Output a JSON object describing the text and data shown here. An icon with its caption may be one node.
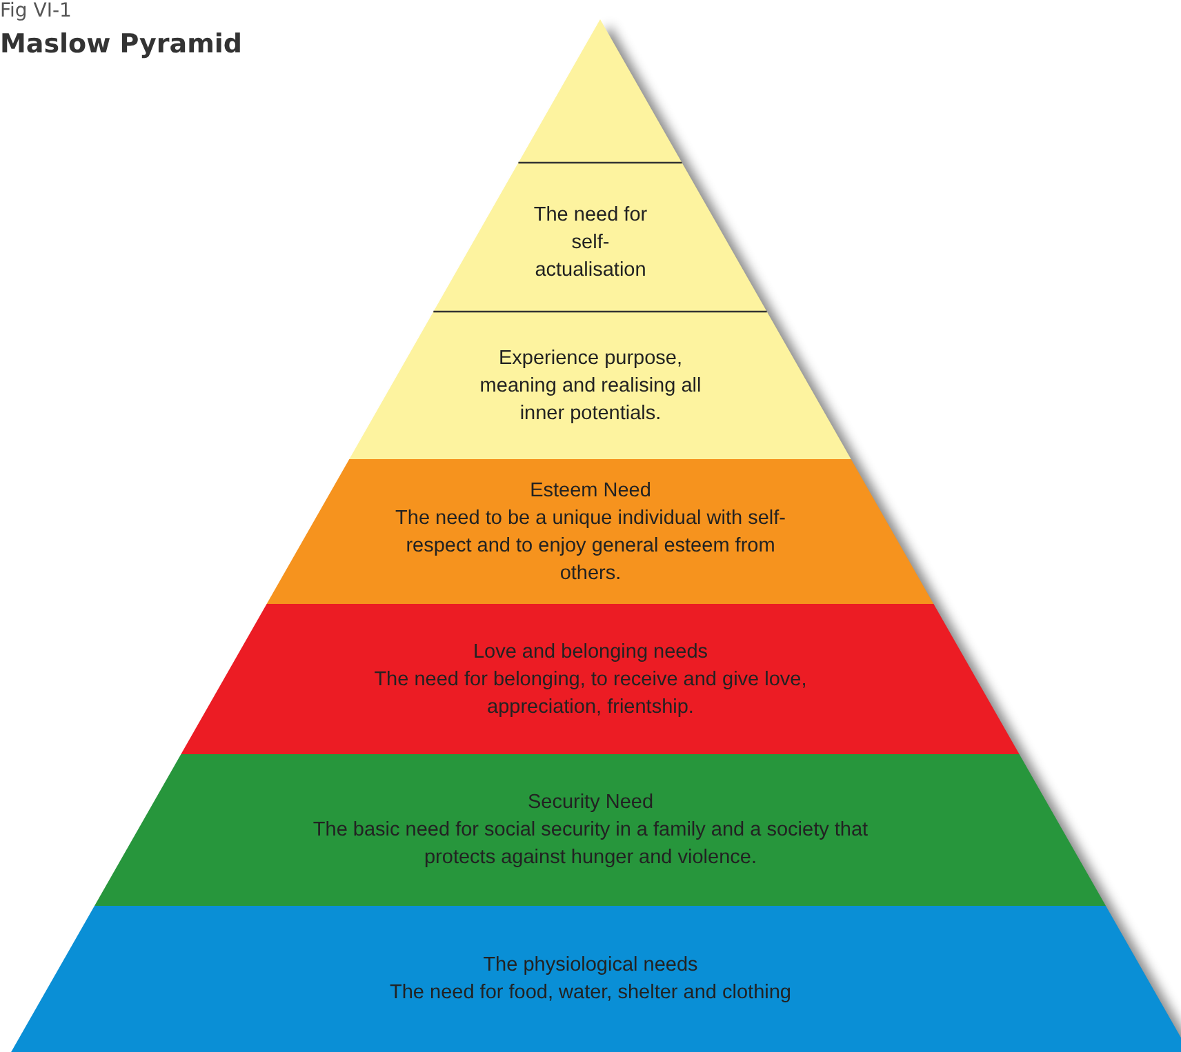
{
  "diagram": {
    "title": "Maslow Pyramid",
    "nodes": [
      {
        "text": [],
        "shape": "triangle"
      },
      {
        "text": [
          "The need for self- actualisation"
        ]
      },
      {
        "text": [
          "Experience purpose, meaning and realising all inner potentials."
        ]
      },
      {
        "text": [
          "Esteem Need",
          "The need to be a unique individual with self-respect and to enjoy general esteem from others."
        ]
      },
      {
        "text": [
          "Love and belonging needs",
          "The need for belonging, to receive and give love, appreciation, frientship."
        ]
      },
      {
        "text": [
          "Security Need",
          "The basic need for social security in a family and a society that protects against hunger and violence."
        ]
      },
      {
        "text": [
          "The physiological needs",
          "The need for food, water, shelter and clothing"
        ]
      }
    ],
    "labels": [
      "Fig VI-1"
    ]
  }
}
